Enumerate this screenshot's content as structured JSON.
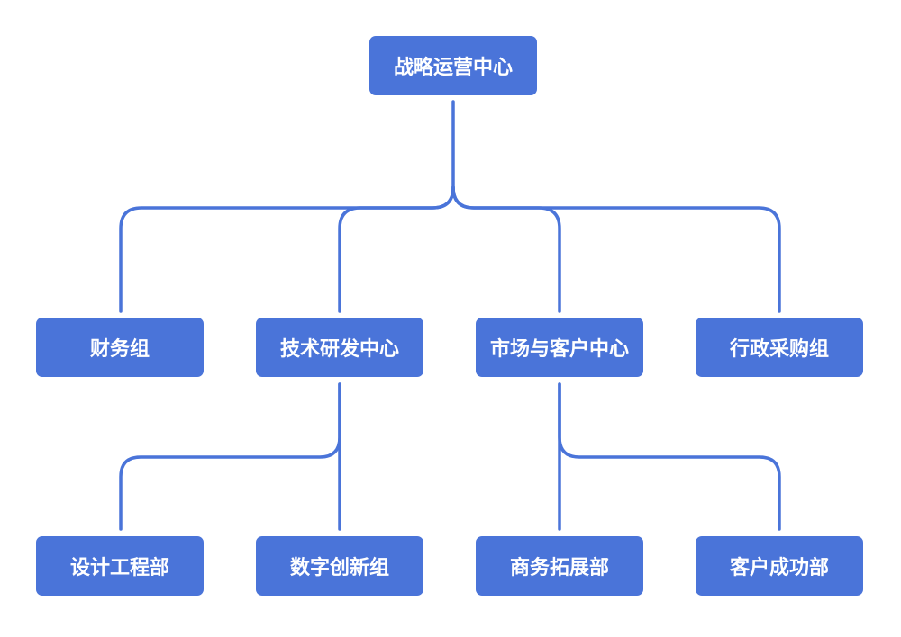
{
  "diagram": {
    "type": "org-chart",
    "accent_color": "#4a74d9",
    "root": {
      "label": "战略运营中心",
      "children": [
        {
          "label": "财务组",
          "children": []
        },
        {
          "label": "技术研发中心",
          "children": [
            {
              "label": "设计工程部"
            },
            {
              "label": "数字创新组"
            }
          ]
        },
        {
          "label": "市场与客户中心",
          "children": [
            {
              "label": "商务拓展部"
            },
            {
              "label": "客户成功部"
            }
          ]
        },
        {
          "label": "行政采购组",
          "children": []
        }
      ]
    }
  }
}
